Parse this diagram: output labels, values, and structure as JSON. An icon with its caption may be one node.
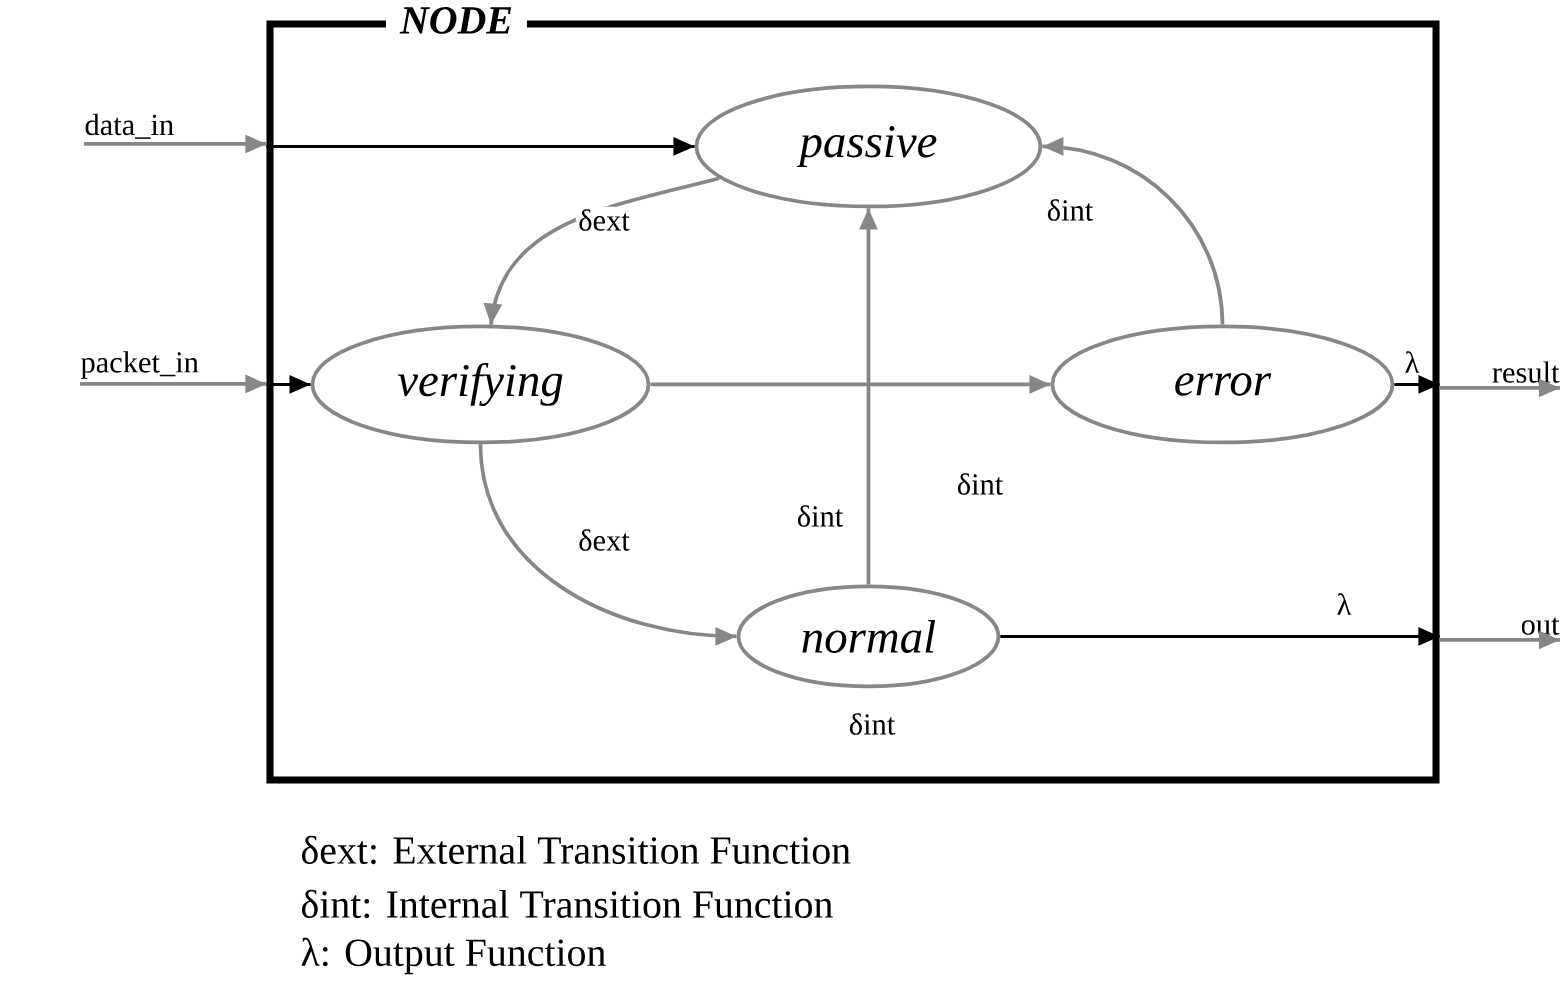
{
  "diagram": {
    "nodes": [
      {
        "text": [
          "NODE"
        ]
      },
      {
        "text": [
          "passive"
        ],
        "in": 0
      },
      {
        "text": [
          "verifying"
        ],
        "in": 0
      },
      {
        "text": [
          "error"
        ],
        "in": 0
      },
      {
        "text": [
          "normal"
        ],
        "in": 0,
        "beside": [
          "δint"
        ]
      },
      {
        "text": [
          "data_in"
        ]
      },
      {
        "text": [
          "packet_in"
        ]
      },
      {
        "text": [
          "result"
        ]
      },
      {
        "text": [
          "out"
        ]
      }
    ],
    "edges": [
      {
        "from": 5,
        "to": 0,
        "arrow": "to"
      },
      {
        "from": 0,
        "to": 1,
        "arrow": "to",
        "color": "#000000"
      },
      {
        "from": 6,
        "to": 0,
        "arrow": "to"
      },
      {
        "from": 0,
        "to": 2,
        "arrow": "to",
        "color": "#000000"
      },
      {
        "from": 1,
        "to": 2,
        "arrow": "to",
        "label": "δext"
      },
      {
        "from": 2,
        "to": 3,
        "arrow": "to",
        "label": "δint"
      },
      {
        "from": 2,
        "to": 4,
        "arrow": "to",
        "label": "δext"
      },
      {
        "from": 4,
        "to": 1,
        "arrow": "to",
        "label": "δint"
      },
      {
        "from": 3,
        "to": 1,
        "arrow": "to",
        "label": "δint"
      },
      {
        "from": 3,
        "to": 0,
        "arrow": "to",
        "label": "λ",
        "color": "#000000"
      },
      {
        "from": 0,
        "to": 7,
        "arrow": "to"
      },
      {
        "from": 4,
        "to": 0,
        "arrow": "to",
        "label": "λ",
        "color": "#000000"
      },
      {
        "from": 0,
        "to": 8,
        "arrow": "to"
      }
    ],
    "labels": [
      "δext: External Transition Function",
      "δint: Internal Transition Function",
      "λ: Output Function"
    ]
  }
}
